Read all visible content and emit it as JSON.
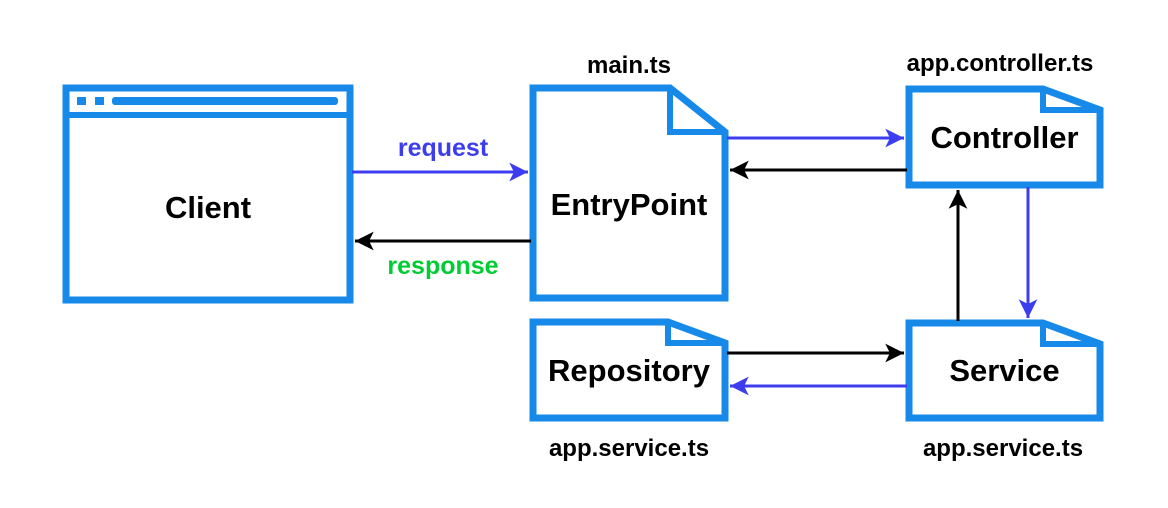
{
  "colors": {
    "shape-stroke": "#1789e8",
    "arrow-blue": "#3d3df0",
    "arrow-black": "#000000",
    "label-green": "#00cc33",
    "text-black": "#000000",
    "background": "#ffffff"
  },
  "nodes": {
    "client": {
      "label": "Client",
      "shape": "browser-window"
    },
    "entrypoint": {
      "label": "EntryPoint",
      "file": "main.ts",
      "shape": "document-folded-corner"
    },
    "controller": {
      "label": "Controller",
      "file": "app.controller.ts",
      "shape": "document-folded-corner"
    },
    "service": {
      "label": "Service",
      "file": "app.service.ts",
      "shape": "document-folded-corner"
    },
    "repository": {
      "label": "Repository",
      "file": "app.service.ts",
      "shape": "document-folded-corner"
    }
  },
  "edges": [
    {
      "id": "request",
      "from": "client",
      "to": "entrypoint",
      "color": "blue",
      "label": "request",
      "label_color": "blue"
    },
    {
      "id": "response",
      "from": "entrypoint",
      "to": "client",
      "color": "black",
      "label": "response",
      "label_color": "green"
    },
    {
      "id": "entrypoint-to-controller",
      "from": "entrypoint",
      "to": "controller",
      "color": "blue",
      "label": ""
    },
    {
      "id": "controller-to-entrypoint",
      "from": "controller",
      "to": "entrypoint",
      "color": "black",
      "label": ""
    },
    {
      "id": "controller-to-service",
      "from": "controller",
      "to": "service",
      "color": "blue",
      "label": ""
    },
    {
      "id": "service-to-controller",
      "from": "service",
      "to": "controller",
      "color": "black",
      "label": ""
    },
    {
      "id": "repository-to-service",
      "from": "repository",
      "to": "service",
      "color": "black",
      "label": ""
    },
    {
      "id": "service-to-repository",
      "from": "service",
      "to": "repository",
      "color": "blue",
      "label": ""
    }
  ]
}
